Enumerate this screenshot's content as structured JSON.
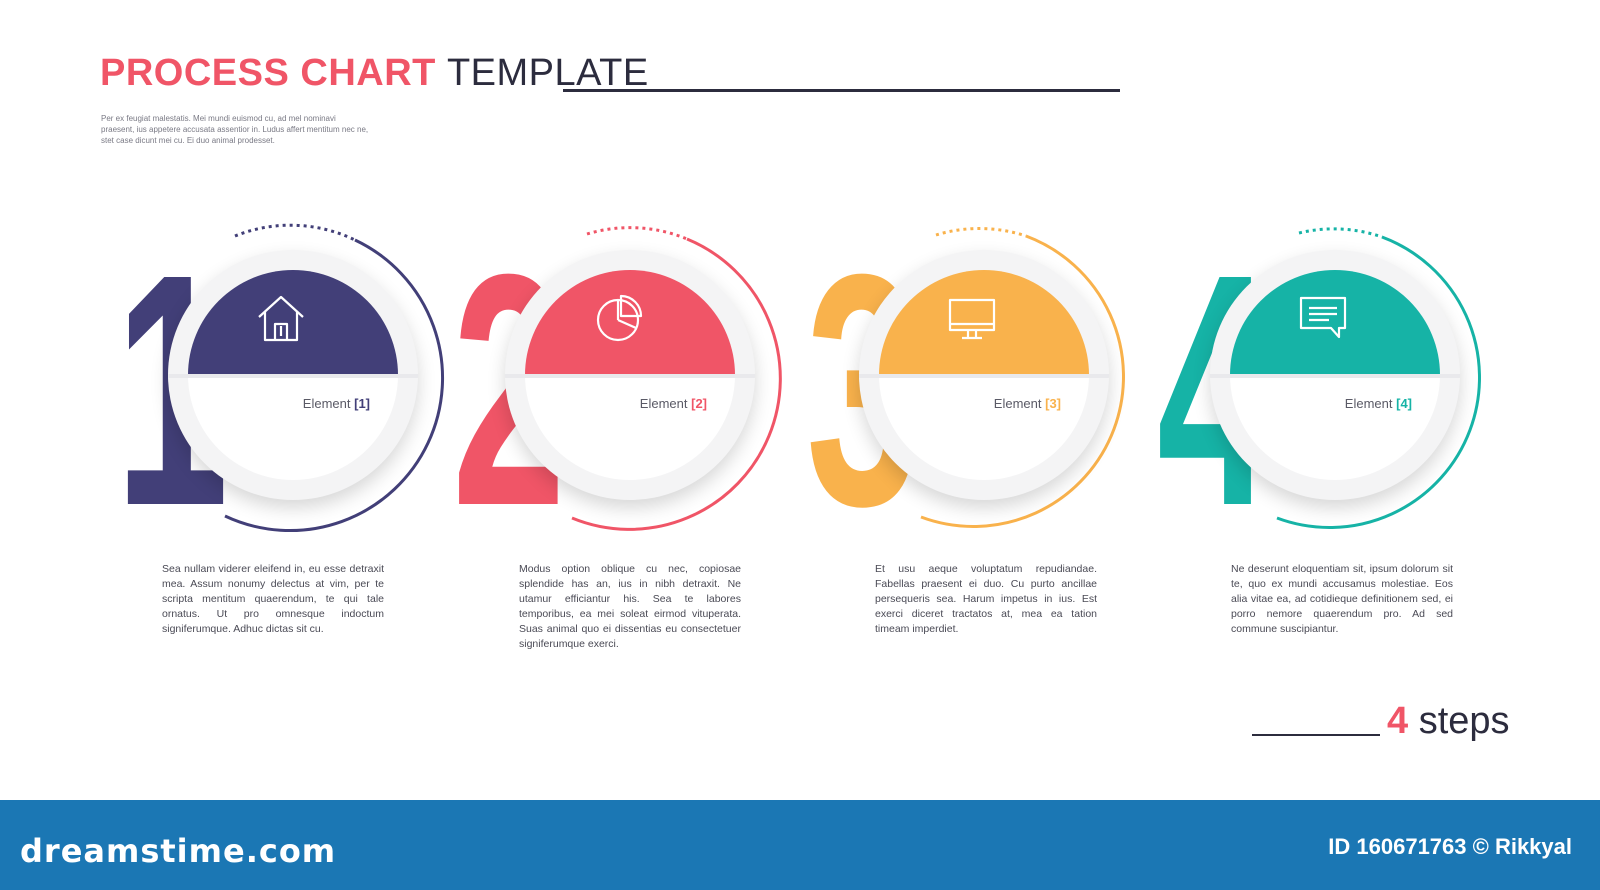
{
  "header": {
    "title_accent": "PROCESS CHART",
    "title_rest": "TEMPLATE",
    "intro": "Per ex feugiat malestatis. Mei mundi euismod cu, ad mel nominavi praesent, ius appetere accusata assentior in. Ludus affert mentitum nec ne, stet case dicunt mei cu. Ei duo animal prodesset."
  },
  "colors": {
    "step1": "#423f78",
    "step2": "#f05567",
    "step3": "#f9b24c",
    "step4": "#16b3a6",
    "accent": "#f05567",
    "dark": "#2c2c3e",
    "bar": "#1b77b4"
  },
  "steps": [
    {
      "number": "1",
      "icon": "house-icon",
      "label": "Element",
      "tag": "[1]",
      "text": "Sea nullam viderer eleifend in, eu esse detraxit mea. Assum nonumy delectus at vim, per te scripta mentitum quaerendum, te qui tale ornatus. Ut pro omnesque indoctum signiferumque. Adhuc dictas sit cu."
    },
    {
      "number": "2",
      "icon": "pie-chart-icon",
      "label": "Element",
      "tag": "[2]",
      "text": "Modus option oblique cu nec, copiosae splendide has an, ius in nibh detraxit. Ne utamur efficiantur his. Sea te labores temporibus, ea mei soleat eirmod vituperata. Suas animal quo ei dissentias eu consectetuer signiferumque exerci."
    },
    {
      "number": "3",
      "icon": "monitor-icon",
      "label": "Element",
      "tag": "[3]",
      "text": "Et usu aeque voluptatum repudiandae. Fabellas praesent ei duo. Cu purto ancillae persequeris sea. Harum impetus in ius. Est exerci diceret tractatos at, mea ea tation timeam imperdiet."
    },
    {
      "number": "4",
      "icon": "chat-bubble-icon",
      "label": "Element",
      "tag": "[4]",
      "text": "Ne deserunt eloquentiam sit, ipsum dolorum sit te, quo ex mundi accusamus molestiae. Eos alia vitae ea, ad cotidieque definitionem sed, ei porro nemore quaerendum pro. Ad sed commune suscipiantur."
    }
  ],
  "footer": {
    "count": "4",
    "word": "steps"
  },
  "watermark": {
    "brand": "dreamstime.com",
    "credit": "ID 160671763 © Rikkyal"
  }
}
